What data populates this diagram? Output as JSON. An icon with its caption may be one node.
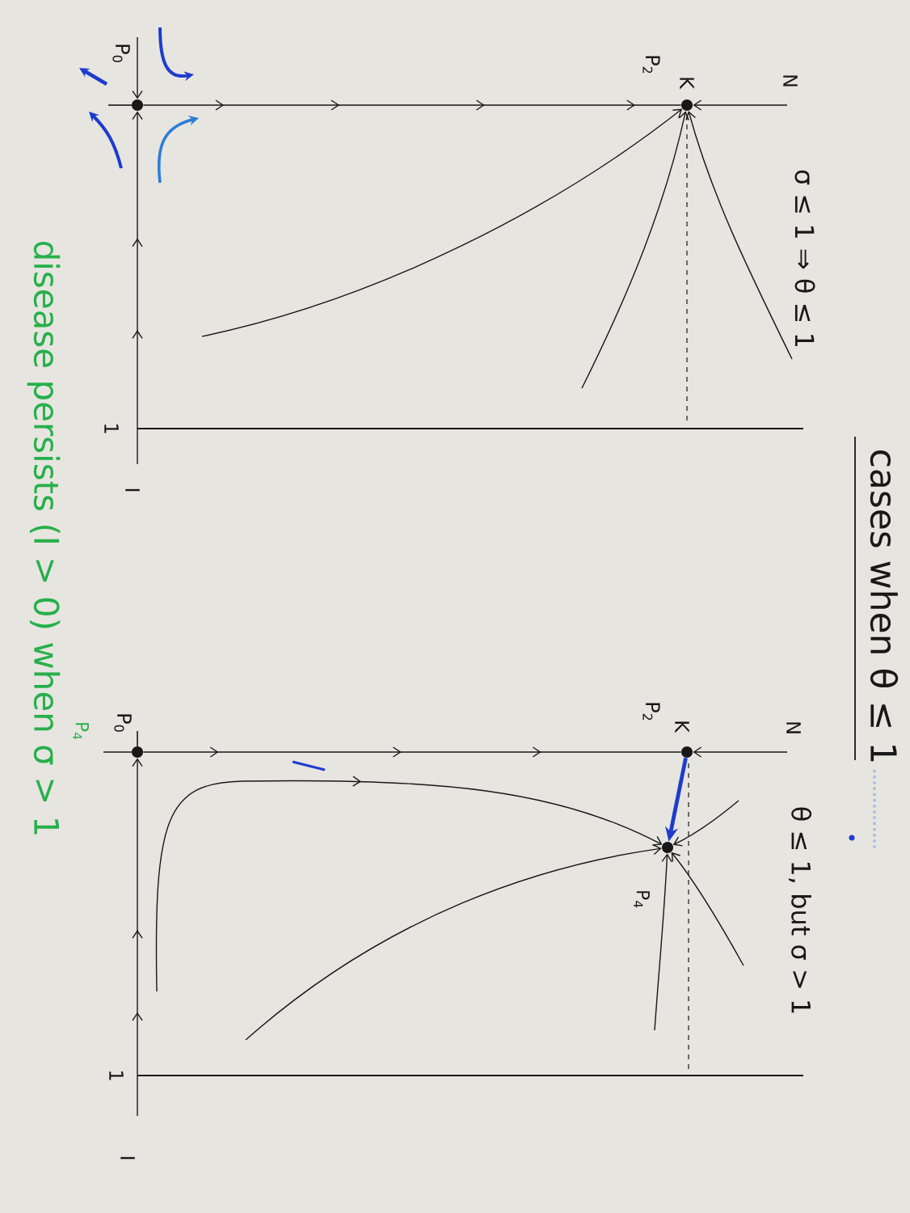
{
  "diagram": {
    "title": "cases when θ ≤ 1",
    "nodes": [
      {
        "text": [],
        "shape": "circle",
        "beside": [
          "P$_{0}$"
        ]
      },
      {
        "text": [],
        "shape": "circle",
        "beside": [
          "K",
          "P$_{2}$"
        ]
      },
      {
        "text": [],
        "shape": "circle",
        "beside": [
          "P$_{0}$"
        ]
      },
      {
        "text": [],
        "shape": "circle",
        "beside": [
          "K",
          "P$_{2}$"
        ]
      },
      {
        "text": [],
        "shape": "circle",
        "beside": [
          "P$_{4}$"
        ]
      }
    ],
    "edges": [
      {
        "from": 0,
        "to": 1,
        "arrow": "to"
      },
      {
        "from": null,
        "to": 1,
        "arrow": "to"
      },
      {
        "from": null,
        "to": 0,
        "arrow": "to"
      },
      {
        "from": null,
        "to": 1,
        "arrow": "to"
      },
      {
        "from": null,
        "to": 1,
        "arrow": "to"
      },
      {
        "from": null,
        "to": 1,
        "arrow": "to"
      },
      {
        "from": 2,
        "to": 3,
        "arrow": "to"
      },
      {
        "from": null,
        "to": 3,
        "arrow": "to"
      },
      {
        "from": null,
        "to": 2,
        "arrow": "to"
      },
      {
        "from": 3,
        "to": 4,
        "arrow": "to",
        "style": "thick",
        "color": "#1e3ccd"
      },
      {
        "from": null,
        "to": 4,
        "arrow": "to"
      },
      {
        "from": null,
        "to": 4,
        "arrow": "to"
      },
      {
        "from": null,
        "to": 4,
        "arrow": "to"
      },
      {
        "from": null,
        "to": 4,
        "arrow": "to"
      },
      {
        "from": null,
        "to": 4,
        "arrow": "to"
      },
      {
        "from": null,
        "to": 0,
        "arrow": "to"
      }
    ],
    "labels": [
      "N",
      "σ ≤ 1 ⇒ θ ≤ 1",
      "1",
      "I",
      "N",
      "θ ≤ 1, but σ > 1",
      "1",
      "I",
      "disease persists (I > 0) when σ > 1",
      "P$_{4}$"
    ]
  }
}
